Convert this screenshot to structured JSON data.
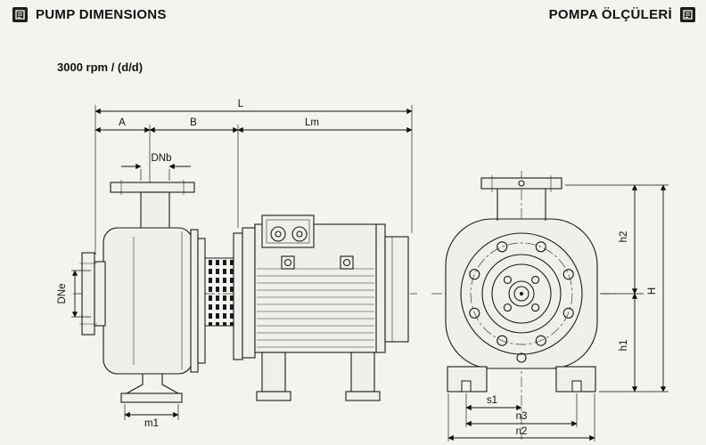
{
  "header": {
    "title_en": "PUMP DIMENSIONS",
    "title_tr": "POMPA ÖLÇÜLERİ"
  },
  "subtitle": "3000 rpm / (d/d)",
  "colors": {
    "background": "#f4f3f0",
    "line": "#1a1a1a",
    "part_fill": "#f0efeb",
    "icon_bg": "#1d1d1b"
  },
  "drawing": {
    "labels": {
      "L": "L",
      "A": "A",
      "B": "B",
      "Lm": "Lm",
      "DNb": "DNb",
      "DNe": "DNe",
      "m1": "m1",
      "h2": "h2",
      "h1": "h1",
      "H": "H",
      "s1": "s1",
      "n3": "n3",
      "n2": "n2"
    }
  }
}
